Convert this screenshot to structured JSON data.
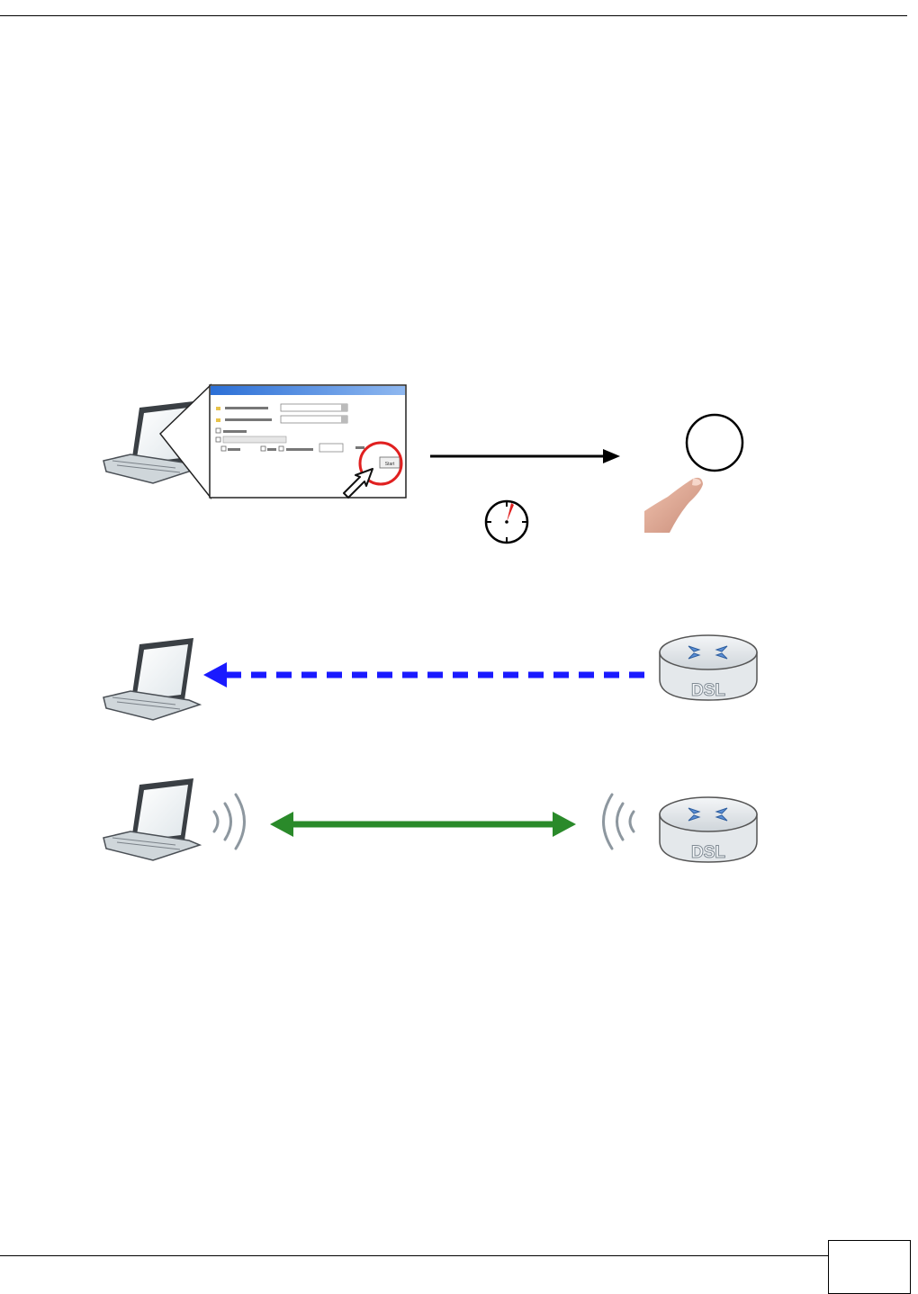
{
  "page": {
    "number": ""
  },
  "diagram": {
    "dialog_thumbnail": {
      "button_label": "Start"
    },
    "router_label_1": "DSL",
    "router_label_2": "DSL",
    "colors": {
      "dashed_arrow": "#1a1aff",
      "wireless_arrow": "#2a8a2a",
      "highlight_circle": "#e02020",
      "timer_hand": "#e02020"
    }
  }
}
